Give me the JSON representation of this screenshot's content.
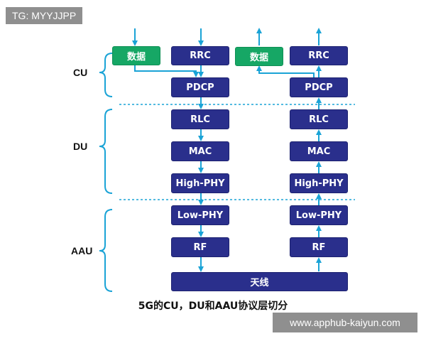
{
  "tag": "TG: MYYJJPP",
  "watermark": "www.apphub-kaiyun.com",
  "caption": "5G的CU，DU和AAU协议层切分",
  "layers": {
    "cu": "CU",
    "du": "DU",
    "aau": "AAU"
  },
  "left": {
    "data": "数据",
    "rrc": "RRC",
    "pdcp": "PDCP",
    "rlc": "RLC",
    "mac": "MAC",
    "high_phy": "High-PHY",
    "low_phy": "Low-PHY",
    "rf": "RF"
  },
  "right": {
    "data": "数据",
    "rrc": "RRC",
    "pdcp": "PDCP",
    "rlc": "RLC",
    "mac": "MAC",
    "high_phy": "High-PHY",
    "low_phy": "Low-PHY",
    "rf": "RF"
  },
  "antenna": "天线",
  "colors": {
    "box": "#2a2f8c",
    "data_box": "#16a765",
    "arrow": "#1aa3d6",
    "dashed": "#1aa3d6"
  }
}
